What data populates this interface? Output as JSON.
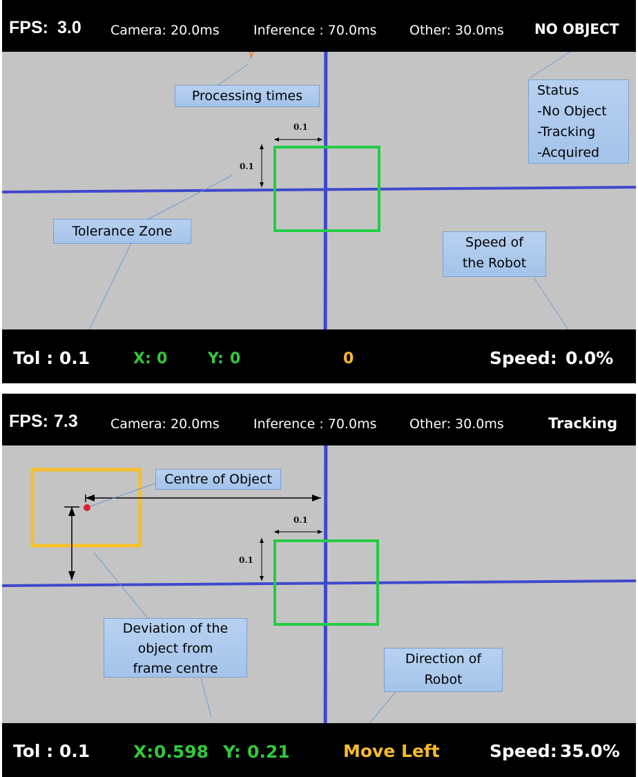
{
  "panels": [
    {
      "fps_label": "FPS:",
      "fps": "3.0",
      "camera": "Camera: 20.0ms",
      "inference": "Inference : 70.0ms",
      "other": "Other: 30.0ms",
      "status": "NO OBJECT",
      "tol": "Tol : 0.1",
      "x_label": "X:",
      "x": "0",
      "y_label": "Y:",
      "y": "0",
      "direction": "0",
      "speed_label": "Speed:",
      "speed": "0.0%",
      "dim_h": "0.1",
      "dim_v": "0.1",
      "callouts": {
        "processing": "Processing times",
        "status_lines": [
          "Status",
          "-No Object",
          "-Tracking",
          "-Acquired"
        ],
        "tolerance": "Tolerance Zone",
        "speed_lines": [
          "Speed of",
          "the Robot"
        ]
      }
    },
    {
      "fps_label": "FPS:",
      "fps": "7.3",
      "camera": "Camera: 20.0ms",
      "inference": "Inference : 70.0ms",
      "other": "Other: 30.0ms",
      "status": "Tracking",
      "tol": "Tol : 0.1",
      "x_label": "X:",
      "x": "0.598",
      "y_label": "Y:",
      "y": "0.21",
      "direction": "Move Left",
      "speed_label": "Speed:",
      "speed": "35.0%",
      "dim_h": "0.1",
      "dim_v": "0.1",
      "callouts": {
        "centre": "Centre of Object",
        "deviation_lines": [
          "Deviation of the",
          "object from",
          "frame centre"
        ],
        "direction_lines": [
          "Direction of",
          "Robot"
        ]
      }
    }
  ],
  "colors": {
    "axis": "#3f48cc",
    "tolerance_box": "#22cc44",
    "object_box": "#f5c02a",
    "centre_dot": "#e0202a",
    "brace": "#ed7d31",
    "leader": "#6f9bd4"
  }
}
